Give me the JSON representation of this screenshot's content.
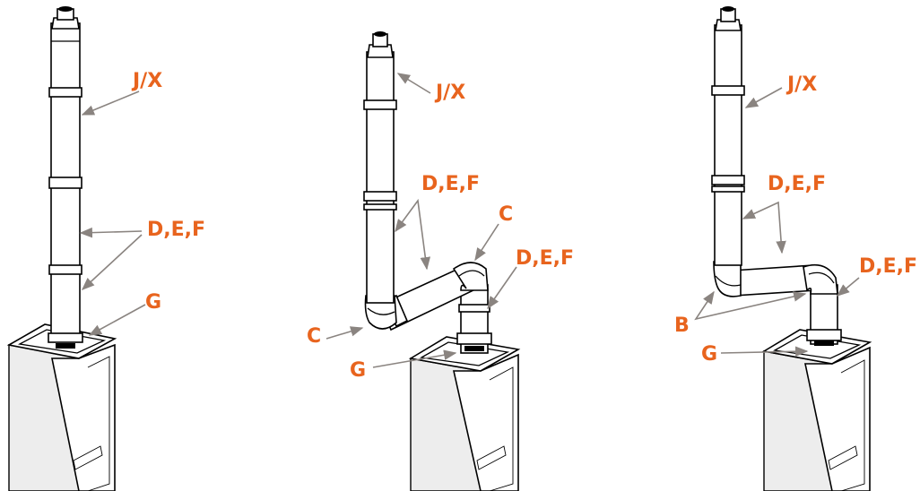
{
  "diagram": {
    "configurations": [
      {
        "labels": {
          "jx": "J/X",
          "def": "D,E,F",
          "g": "G"
        }
      },
      {
        "labels": {
          "jx": "J/X",
          "def_upper": "D,E,F",
          "c_upper": "C",
          "def_lower": "D,E,F",
          "c_lower": "C",
          "g": "G"
        }
      },
      {
        "labels": {
          "jx": "J/X",
          "def_upper": "D,E,F",
          "def_lower": "D,E,F",
          "b": "B",
          "g": "G"
        }
      }
    ],
    "colors": {
      "label": "#e8641e",
      "leader": "#8a8480",
      "outline": "#000000"
    }
  }
}
